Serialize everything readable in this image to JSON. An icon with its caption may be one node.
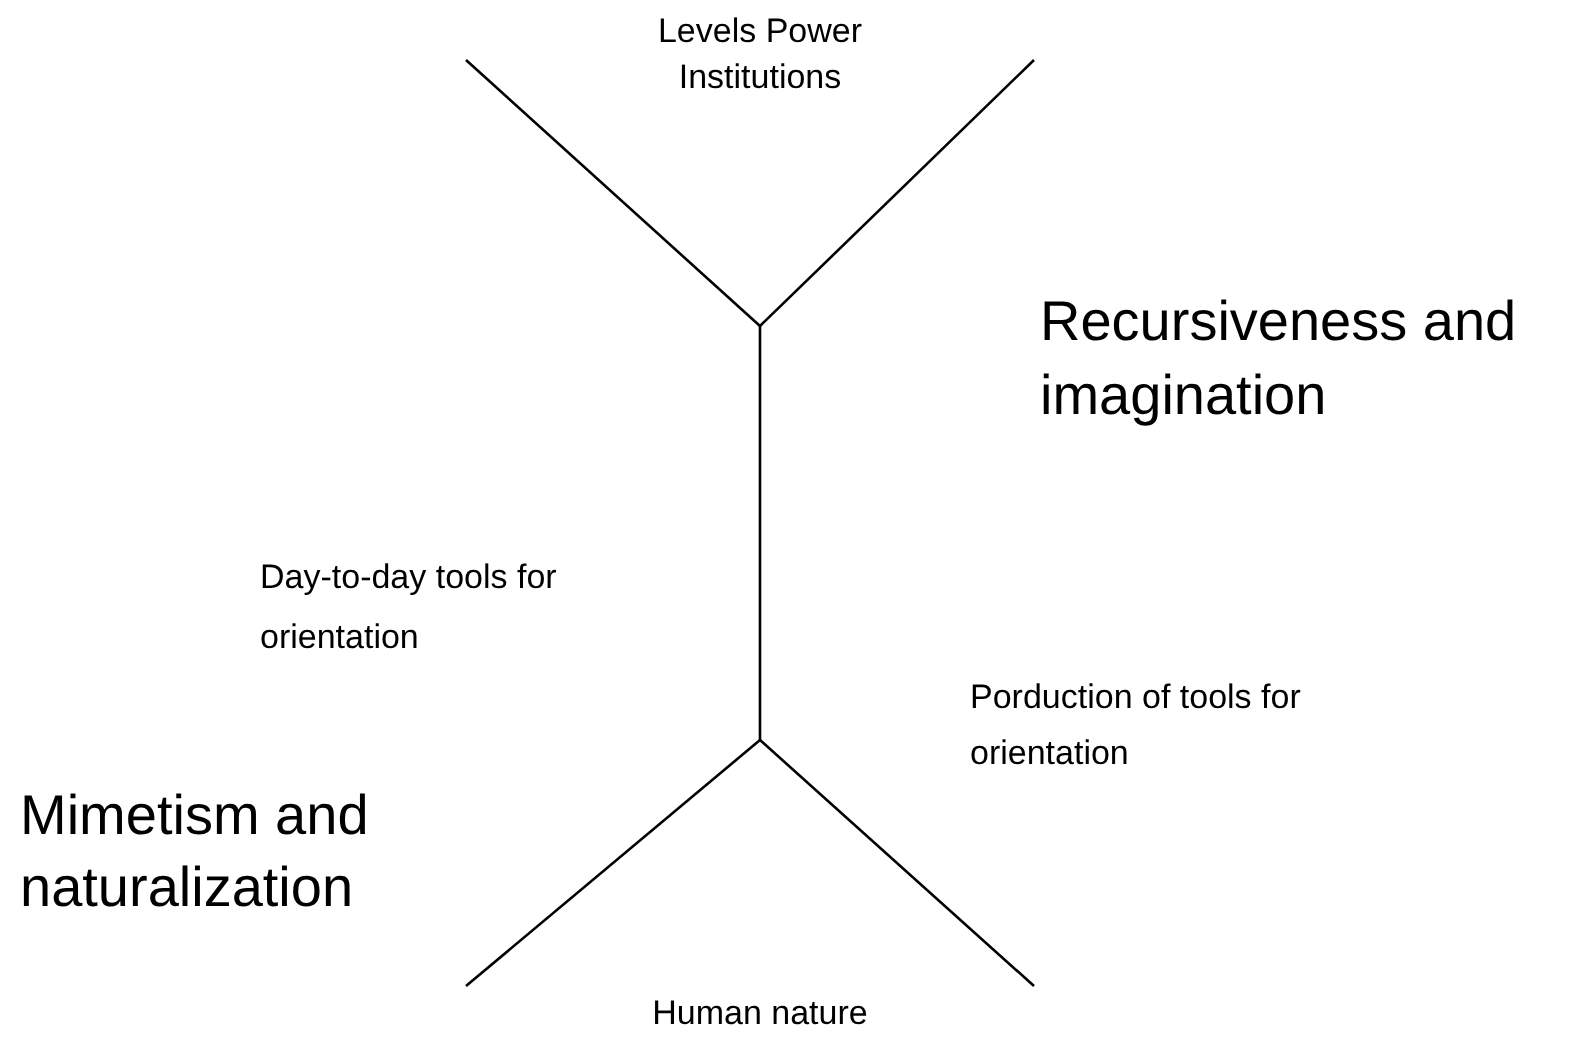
{
  "diagram": {
    "labels": [
      "Levels Power Institutions",
      "Recursiveness and imagination",
      "Day-to-day tools for orientation",
      "Porduction of tools for orientation",
      "Mimetism and naturalization",
      "Human nature"
    ]
  }
}
